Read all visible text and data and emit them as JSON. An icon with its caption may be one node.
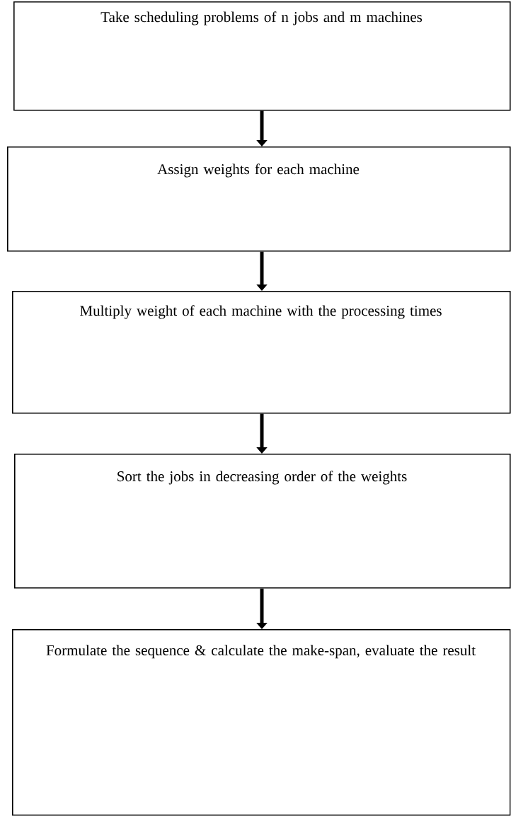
{
  "diagram": {
    "nodes": [
      {
        "text": [
          "Take scheduling problems of n jobs and m machines"
        ]
      },
      {
        "text": [
          "Assign weights for each machine"
        ]
      },
      {
        "text": [
          "Multiply weight of each machine with the processing times"
        ]
      },
      {
        "text": [
          "Sort the jobs in decreasing order of the weights"
        ]
      },
      {
        "text": [
          "Formulate the sequence & calculate the make-span, evaluate the result"
        ]
      }
    ],
    "edges": [
      {
        "from": 0,
        "to": 1,
        "arrow": "to"
      },
      {
        "from": 1,
        "to": 2,
        "arrow": "to"
      },
      {
        "from": 2,
        "to": 3,
        "arrow": "to"
      },
      {
        "from": 3,
        "to": 4,
        "arrow": "to"
      }
    ]
  }
}
